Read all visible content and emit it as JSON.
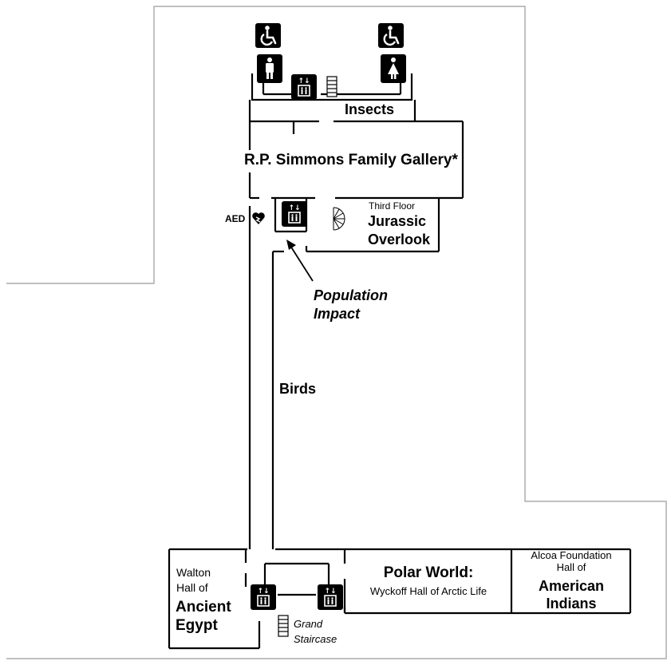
{
  "labels": {
    "insects": "Insects",
    "simmons_gallery": "R.P. Simmons Family Gallery*",
    "third_floor": "Third Floor",
    "jurassic": "Jurassic",
    "overlook": "Overlook",
    "aed": "AED",
    "population": "Population",
    "impact": "Impact",
    "birds": "Birds",
    "walton": "Walton",
    "hall_of": "Hall of",
    "ancient": "Ancient",
    "egypt": "Egypt",
    "polar_world": "Polar World:",
    "wyckoff": "Wyckoff Hall of Arctic Life",
    "alcoa_foundation": "Alcoa Foundation",
    "alcoa_hall": "Hall of",
    "american": "American",
    "indians": "Indians",
    "grand": "Grand",
    "staircase": "Staircase"
  },
  "icons": {
    "accessible_left": "wheelchair-icon",
    "accessible_right": "wheelchair-icon",
    "mens_restroom": "mens-restroom-icon",
    "womens_restroom": "womens-restroom-icon",
    "elevator": "elevator-icon",
    "stairs": "stairs-icon",
    "aed_heart": "aed-heart-icon",
    "spiral_stairs": "spiral-stairs-icon"
  },
  "colors": {
    "wall": "#000000",
    "outline": "#9a9a9a",
    "icon_bg": "#000000",
    "icon_fg": "#ffffff"
  }
}
